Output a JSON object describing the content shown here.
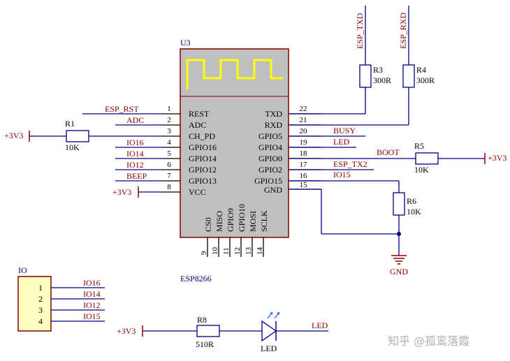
{
  "module": {
    "designator": "U3",
    "name": "ESP8266",
    "left_pins": [
      {
        "num": "1",
        "name": "REST",
        "net": "ESP_RST"
      },
      {
        "num": "2",
        "name": "ADC",
        "net": "ADC"
      },
      {
        "num": "3",
        "name": "CH_PD",
        "net": ""
      },
      {
        "num": "4",
        "name": "GPIO16",
        "net": "IO16"
      },
      {
        "num": "5",
        "name": "GPIO14",
        "net": "IO14"
      },
      {
        "num": "6",
        "name": "GPIO12",
        "net": "IO12"
      },
      {
        "num": "7",
        "name": "GPIO13",
        "net": "BEEP"
      },
      {
        "num": "8",
        "name": "VCC",
        "net": "+3V3"
      }
    ],
    "right_pins": [
      {
        "num": "22",
        "name": "TXD",
        "net": ""
      },
      {
        "num": "21",
        "name": "RXD",
        "net": ""
      },
      {
        "num": "20",
        "name": "GPIO5",
        "net": "BUSY"
      },
      {
        "num": "19",
        "name": "GPIO4",
        "net": "LED"
      },
      {
        "num": "18",
        "name": "GPIO0",
        "net": "BOOT"
      },
      {
        "num": "17",
        "name": "GPIO2",
        "net": "ESP_TX2"
      },
      {
        "num": "16",
        "name": "GPIO15",
        "net": "IO15"
      },
      {
        "num": "15",
        "name": "GND",
        "net": ""
      }
    ],
    "bottom_pins": [
      {
        "num": "9",
        "name": "CS0"
      },
      {
        "num": "10",
        "name": "MISO"
      },
      {
        "num": "11",
        "name": "GPIO9"
      },
      {
        "num": "12",
        "name": "GPIO10"
      },
      {
        "num": "13",
        "name": "MOSI"
      },
      {
        "num": "14",
        "name": "SCLK"
      }
    ]
  },
  "resistors": {
    "r1": {
      "ref": "R1",
      "value": "10K"
    },
    "r3": {
      "ref": "R3",
      "value": "300R"
    },
    "r4": {
      "ref": "R4",
      "value": "300R"
    },
    "r5": {
      "ref": "R5",
      "value": "10K"
    },
    "r6": {
      "ref": "R6",
      "value": "10K"
    },
    "r8": {
      "ref": "R8",
      "value": "510R"
    }
  },
  "nets": {
    "esp_txd": "ESP_TXD",
    "esp_rxd": "ESP_RXD",
    "vcc_r1": "+3V3",
    "vcc_r5": "+3V3",
    "vcc_led": "+3V3",
    "gnd": "GND",
    "led_out": "LED"
  },
  "io_header": {
    "title": "IO",
    "pins": [
      {
        "num": "1",
        "net": "IO16"
      },
      {
        "num": "2",
        "net": "IO14"
      },
      {
        "num": "3",
        "net": "IO12"
      },
      {
        "num": "4",
        "net": "IO15"
      }
    ]
  },
  "led": {
    "ref": "LED"
  },
  "watermark": "知乎 @孤鸾落霞",
  "colors": {
    "wire": "#000080",
    "net_label": "#8b0000",
    "module_fill": "#c0c0c0",
    "module_border": "#800000",
    "antenna": "#ffff00",
    "header_fill": "#ffffc0"
  }
}
